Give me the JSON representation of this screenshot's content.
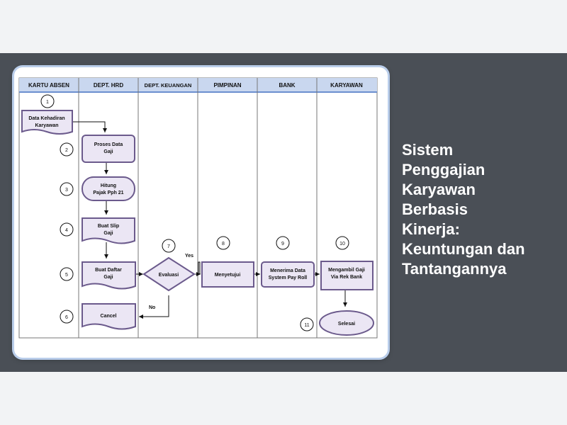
{
  "article": {
    "title_lines": [
      "Sistem",
      "Penggajian",
      "Karyawan",
      "Berbasis",
      "Kinerja:",
      "Keuntungan dan",
      "Tantangannya"
    ]
  },
  "flowchart": {
    "lanes": [
      "KARTU ABSEN",
      "DEPT. HRD",
      "DEPT. KEUANGAN",
      "PIMPINAN",
      "BANK",
      "KARYAWAN"
    ],
    "steps": {
      "s1": {
        "number": "1",
        "label_lines": [
          "Data Kehadiran",
          "Karyawan"
        ]
      },
      "s2": {
        "number": "2",
        "label_lines": [
          "Proses Data",
          "Gaji"
        ]
      },
      "s3": {
        "number": "3",
        "label_lines": [
          "Hitung",
          "Pajak Pph 21"
        ]
      },
      "s4": {
        "number": "4",
        "label_lines": [
          "Buat Slip",
          "Gaji"
        ]
      },
      "s5": {
        "number": "5",
        "label_lines": [
          "Buat Daftar",
          "Gaji"
        ]
      },
      "s6": {
        "number": "6",
        "label_lines": [
          "Cancel"
        ]
      },
      "s7": {
        "number": "7",
        "label_lines": [
          "Evaluasi"
        ]
      },
      "s8": {
        "number": "8",
        "label_lines": [
          "Menyetujui"
        ]
      },
      "s9": {
        "number": "9",
        "label_lines": [
          "Menerima Data",
          "System Pay Roll"
        ]
      },
      "s10": {
        "number": "10",
        "label_lines": [
          "Mengambil Gaji",
          "Via Rek Bank"
        ]
      },
      "s11": {
        "number": "11",
        "label_lines": [
          "Selesai"
        ]
      }
    },
    "branch_yes": "Yes",
    "branch_no": "No"
  },
  "colors": {
    "background": "#f2f3f5",
    "band": "#4a4f56",
    "shape_fill": "#ebe6f4",
    "shape_stroke": "#6b5a8c",
    "header_fill": "#c9d7ef",
    "title_text": "#ffffff"
  }
}
